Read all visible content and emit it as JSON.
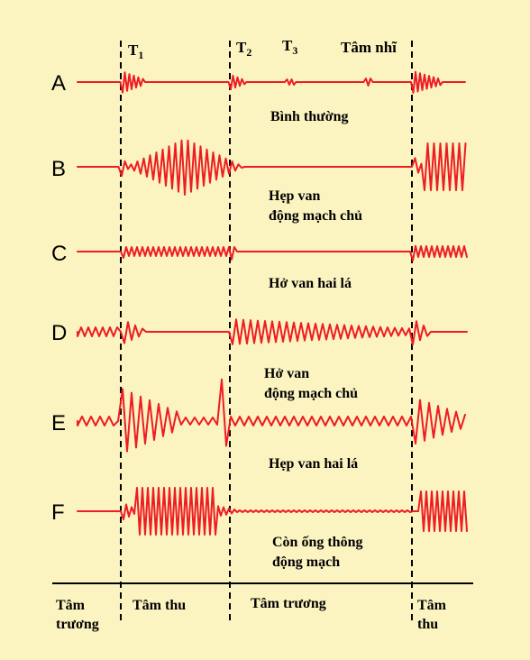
{
  "markers": {
    "t1_main": "T",
    "t1_sub": "1",
    "t2_main": "T",
    "t2_sub": "2",
    "t3_main": "T",
    "t3_sub": "3",
    "atrial": "Tâm nhĩ"
  },
  "rows": [
    {
      "letter": "A",
      "caption": [
        "Bình thường"
      ]
    },
    {
      "letter": "B",
      "caption": [
        "Hẹp van",
        "động mạch chủ"
      ]
    },
    {
      "letter": "C",
      "caption": [
        "Hở van hai lá"
      ]
    },
    {
      "letter": "D",
      "caption": [
        "Hở van",
        "động mạch chủ"
      ]
    },
    {
      "letter": "E",
      "caption": [
        "Hẹp van hai lá"
      ]
    },
    {
      "letter": "F",
      "caption": [
        "Còn ống thông",
        "động mạch"
      ]
    }
  ],
  "phases": [
    [
      "Tâm",
      "trương"
    ],
    [
      "Tâm thu"
    ],
    [
      "Tâm trương"
    ],
    [
      "Tâm",
      "thu"
    ]
  ],
  "colors": {
    "background": "#fbf4c0",
    "waveform": "#ee1c24",
    "lines": "#000000"
  }
}
